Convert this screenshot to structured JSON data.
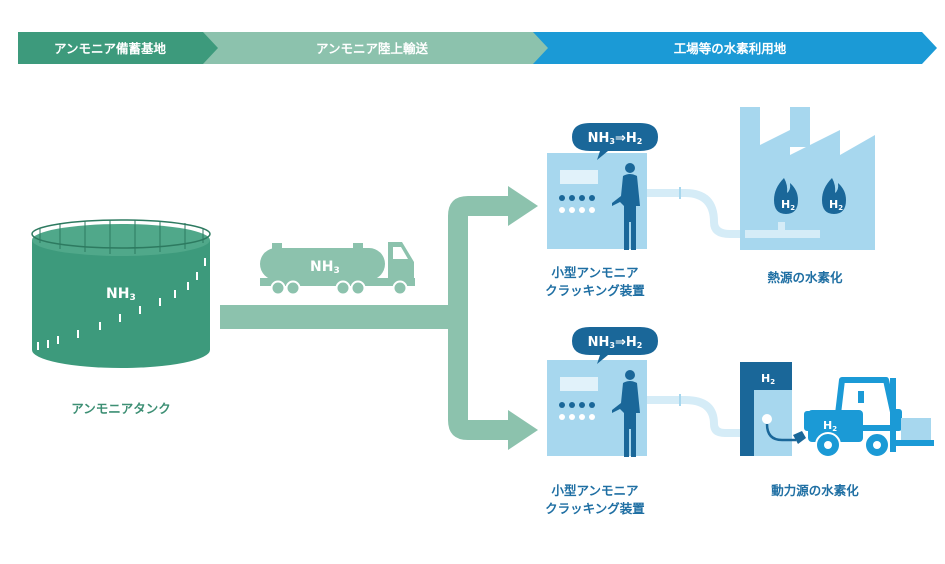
{
  "header": {
    "stage1": "アンモニア備蓄基地",
    "stage2": "アンモニア陸上輸送",
    "stage3": "工場等の水素利用地",
    "colors": {
      "stage1": "#3d9a7c",
      "stage2": "#8cc2ad",
      "stage3": "#1b9ad6"
    }
  },
  "tank": {
    "label": "NH",
    "sub": "3",
    "caption": "アンモニアタンク"
  },
  "truck": {
    "label": "NH",
    "sub": "3"
  },
  "cracker_top": {
    "bubble_a": "NH",
    "bubble_a_sub": "3",
    "bubble_arrow": "⇒",
    "bubble_b": "H",
    "bubble_b_sub": "2",
    "caption_line1": "小型アンモニア",
    "caption_line2": "クラッキング装置"
  },
  "cracker_bottom": {
    "bubble_a": "NH",
    "bubble_a_sub": "3",
    "bubble_arrow": "⇒",
    "bubble_b": "H",
    "bubble_b_sub": "2",
    "caption_line1": "小型アンモニア",
    "caption_line2": "クラッキング装置"
  },
  "factory": {
    "flame1": "H",
    "flame1_sub": "2",
    "flame2": "H",
    "flame2_sub": "2",
    "caption": "熱源の水素化"
  },
  "station": {
    "dispenser": "H",
    "dispenser_sub": "2",
    "forklift": "H",
    "forklift_sub": "2",
    "caption": "動力源の水素化"
  }
}
